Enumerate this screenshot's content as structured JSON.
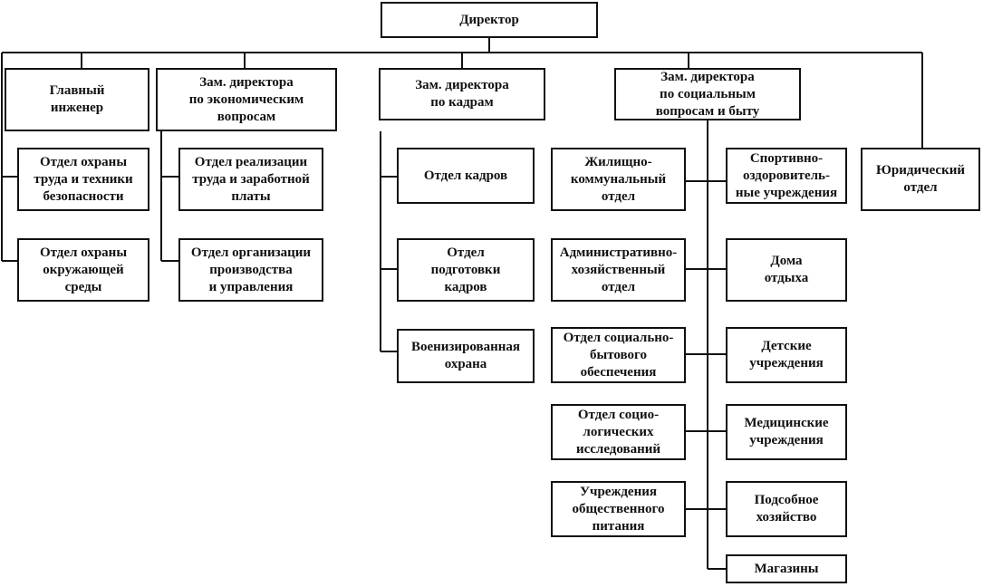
{
  "director": "Директор",
  "chief_engineer": {
    "title": "Главный\nинженер",
    "depts": [
      "Отдел охраны\nтруда и техники\nбезопасности",
      "Отдел охраны\nокружающей\nсреды"
    ]
  },
  "deputy_econ": {
    "title": "Зам. директора\nпо экономическим\nвопросам",
    "depts": [
      "Отдел реализации\nтруда и заработной\nплаты",
      "Отдел организации\nпроизводства\nи управления"
    ]
  },
  "deputy_hr": {
    "title": "Зам. директора\nпо кадрам",
    "depts": [
      "Отдел кадров",
      "Отдел\nподготовки\nкадров",
      "Военизированная\nохрана"
    ]
  },
  "deputy_social": {
    "title": "Зам. директора\nпо социальным\nвопросам и быту",
    "left_depts": [
      "Жилищно-\nкоммунальный\nотдел",
      "Административно-\nхозяйственный\nотдел",
      "Отдел социально-\nбытового\nобеспечения",
      "Отдел социо-\nлогических\nисследований",
      "Учреждения\nобщественного\nпитания"
    ],
    "right_depts": [
      "Спортивно-\nоздоровитель-\nные учреждения",
      "Дома\nотдыха",
      "Детские\nучреждения",
      "Медицинские\nучреждения",
      "Подсобное\nхозяйство",
      "Магазины"
    ]
  },
  "legal": "Юридический\nотдел"
}
